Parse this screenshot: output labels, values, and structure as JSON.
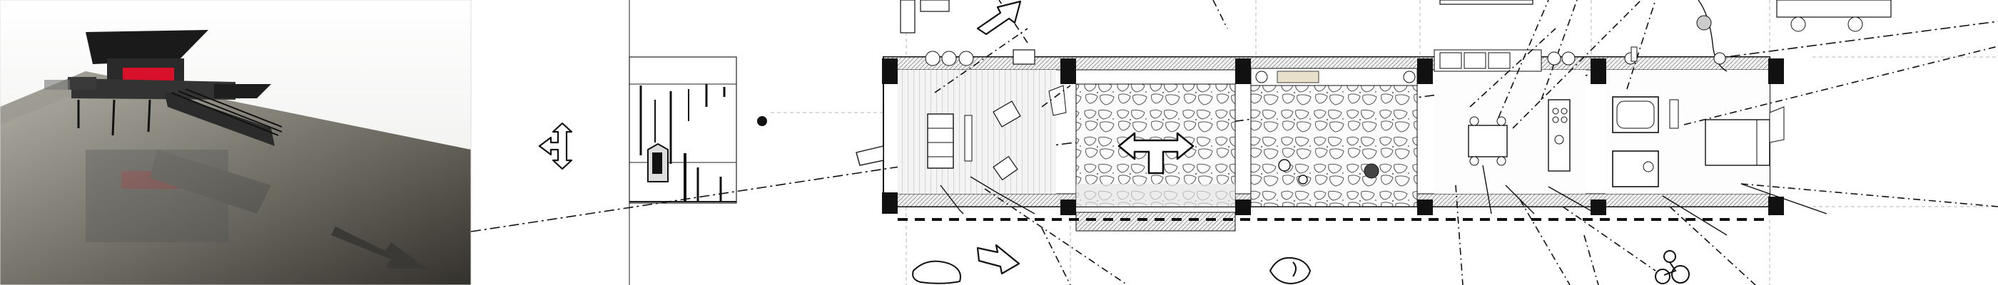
{
  "figure": {
    "panels": [
      {
        "id": "render",
        "description_key": "perspective-render"
      },
      {
        "id": "section",
        "description_key": "section-elevation"
      },
      {
        "id": "plan",
        "description_key": "floor-plan"
      }
    ],
    "accent_colors": {
      "red_box": "#d8102a",
      "ground_dark": "#3e3c36",
      "ground_light": "#a09e94",
      "sky": "#ffffff",
      "ink": "#111111",
      "grid": "#9a9a9a"
    },
    "symbols": [
      "three-way-arrow-icon",
      "arrow-icon",
      "north-dot-icon"
    ]
  }
}
